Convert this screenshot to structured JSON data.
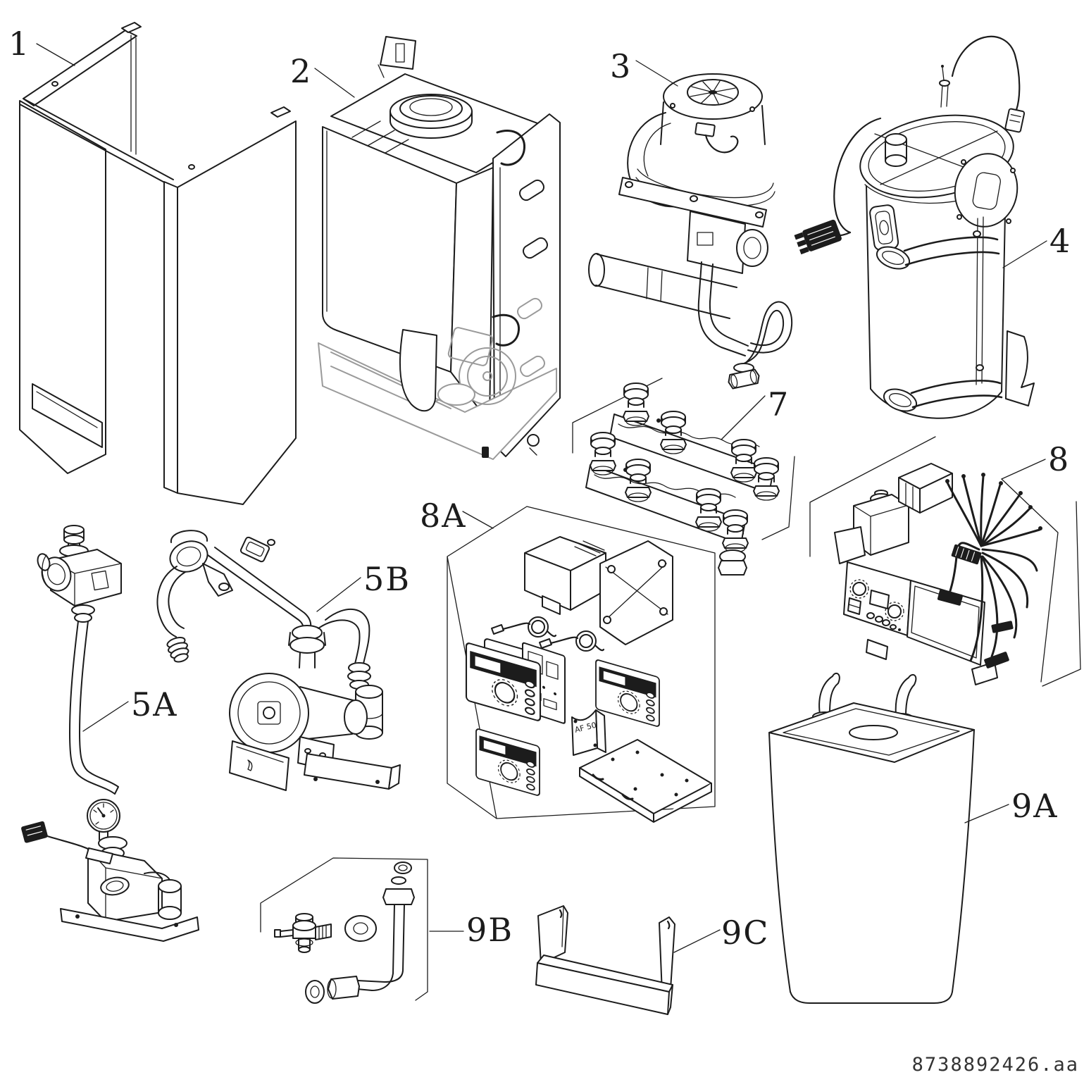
{
  "diagram": {
    "doc_number": "8738892426.aa",
    "callouts": [
      {
        "id": "1",
        "label": "1"
      },
      {
        "id": "2",
        "label": "2"
      },
      {
        "id": "3",
        "label": "3"
      },
      {
        "id": "4",
        "label": "4"
      },
      {
        "id": "5A",
        "label": "5A"
      },
      {
        "id": "5B",
        "label": "5B"
      },
      {
        "id": "7",
        "label": "7"
      },
      {
        "id": "8",
        "label": "8"
      },
      {
        "id": "8A",
        "label": "8A"
      },
      {
        "id": "9A",
        "label": "9A"
      },
      {
        "id": "9B",
        "label": "9B"
      },
      {
        "id": "9C",
        "label": "9C"
      }
    ],
    "inline_labels": {
      "af50": "AF 50"
    },
    "colors": {
      "ink": "#1c1c1c",
      "muted": "#9a9a9a",
      "background": "#ffffff"
    }
  }
}
